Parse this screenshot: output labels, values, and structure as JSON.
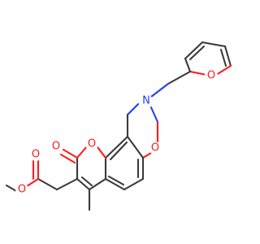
{
  "molecule": {
    "atoms": {
      "o_furan": "O",
      "n_ring": "N",
      "o_oxazine": "O",
      "o_pyranone_ring": "O",
      "o_carbonyl": "O",
      "o_ester_carbonyl": "O",
      "o_ester_ether": "O"
    },
    "colors": {
      "oxygen": "#ff1a1a",
      "nitrogen": "#1f3fff",
      "carbon": "#3a3a3a"
    }
  }
}
